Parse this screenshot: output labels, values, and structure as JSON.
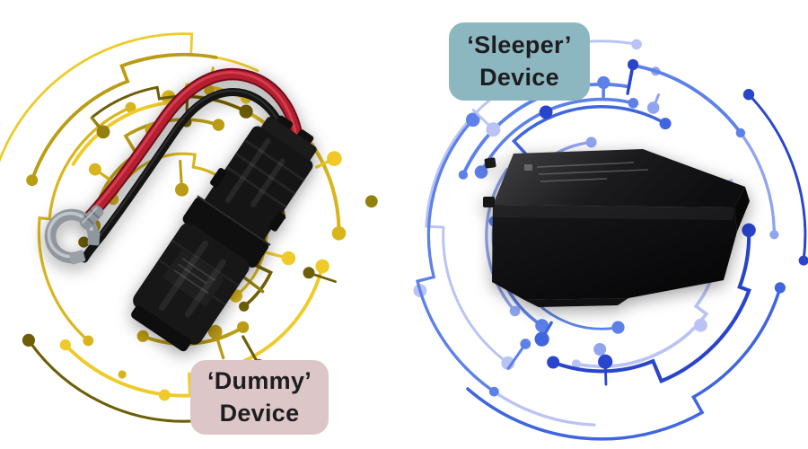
{
  "labels": {
    "sleeper": {
      "line1": "‘Sleeper’",
      "line2": "Device"
    },
    "dummy": {
      "line1": "‘Dummy’",
      "line2": "Device"
    }
  },
  "colors": {
    "background": "#ffffff",
    "sleeper_label_bg": "#8db7c0",
    "dummy_label_bg": "#dcc6c7",
    "label_text": "#1d1d1f",
    "gold_palette": [
      "#6e5f07",
      "#94800f",
      "#bb9c15",
      "#d9b51d",
      "#f0ca28"
    ],
    "blue_palette": [
      "#2845cb",
      "#3f65df",
      "#5d81e9",
      "#90a4ef",
      "#bac3f5"
    ]
  }
}
